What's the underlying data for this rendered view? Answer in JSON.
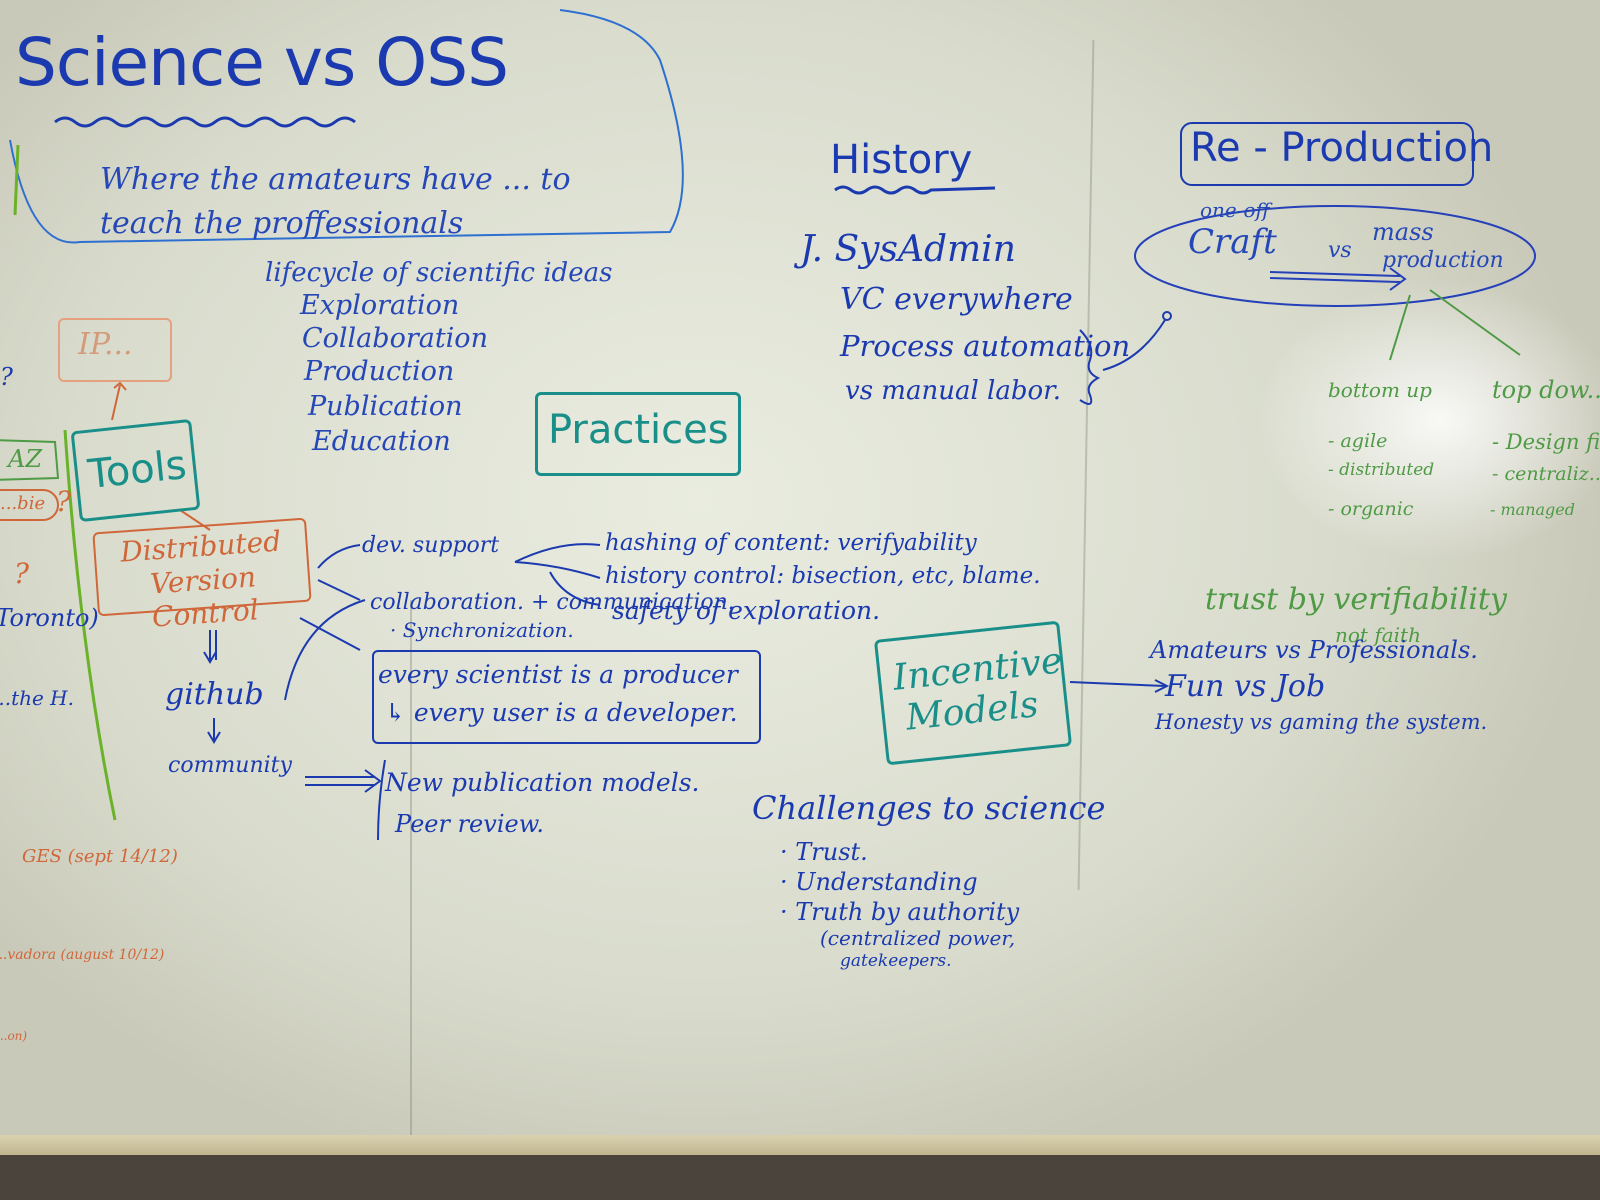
{
  "title": "Science vs OSS",
  "subtitle": "Where the amateurs have ... to teach the proffessionals",
  "lifecycle": {
    "heading": "lifecycle of scientific ideas",
    "items": [
      "Exploration",
      "Collaboration",
      "Production",
      "Publication",
      "Education"
    ]
  },
  "left_fragments": {
    "ip": "IP...",
    "az": "AZ",
    "q1": "?",
    "q2": "?",
    "q3": "?",
    "pill": "...bie",
    "toronto": "(Toronto)",
    "hm": "...the H.",
    "ges": "GES (sept 14/12)",
    "salvadora": "...vadora (august 10/12)",
    "small": "...on)"
  },
  "tools": "Tools",
  "dvc": "Distributed Version Control",
  "practices": "Practices",
  "dvc_branches": {
    "dev_support": "dev. support",
    "collaboration": "collaboration. + communication.",
    "synchronization": "· Synchronization."
  },
  "dev_support_items": [
    "hashing of content: verifyability",
    "history control: bisection, etc, blame.",
    "safety of exploration."
  ],
  "producer_box": [
    "every scientist is a producer",
    "↳ every user is a developer."
  ],
  "github": "github",
  "community": "community",
  "community_items": [
    "New publication models.",
    "Peer review."
  ],
  "history": {
    "title": "History",
    "items": [
      "J. SysAdmin",
      "VC everywhere",
      "Process automation",
      "vs manual labor."
    ]
  },
  "incentive": "Incentive Models",
  "challenges": {
    "title": "Challenges to science",
    "items": [
      "· Trust.",
      "· Understanding",
      "· Truth by authority",
      "(centralized power,",
      "gatekeepers."
    ]
  },
  "reproduction": {
    "title": "Re - Production",
    "one_off": "one-off",
    "craft": "Craft",
    "vs": "vs",
    "mass": "mass",
    "production": "production",
    "bottom_up": "bottom up",
    "top_down": "top dow...",
    "bottom_items": [
      "- agile",
      "- distributed",
      "- organic"
    ],
    "top_items": [
      "- Design fi...",
      "- centraliz...",
      "- managed"
    ]
  },
  "trust": {
    "line1": "trust by verifiability",
    "line2": "not faith"
  },
  "incentive_items": [
    "Amateurs vs Professionals.",
    "Fun vs Job",
    "Honesty vs gaming the system."
  ],
  "colors": {
    "blue": "#1b3ab0",
    "teal": "#1a8f8a",
    "green": "#4f9a45",
    "orange": "#d0673a"
  }
}
